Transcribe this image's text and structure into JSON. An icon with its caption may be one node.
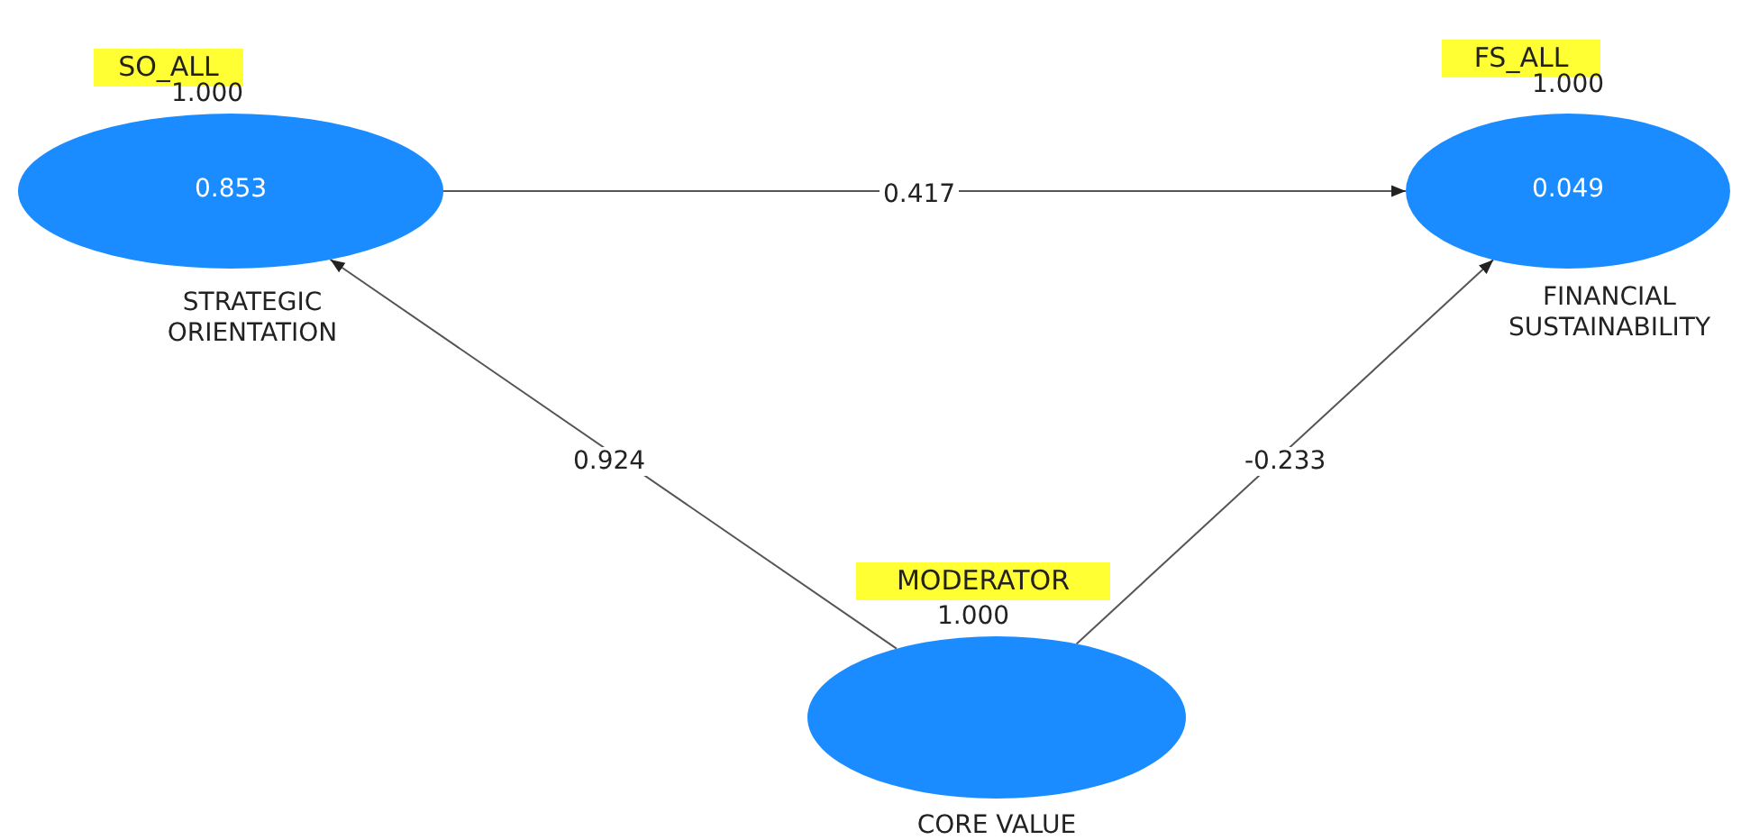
{
  "diagram": {
    "nodes": [
      {
        "text": [
          "SO_ALL",
          "1.000",
          "0.853"
        ],
        "beside": [
          "STRATEGIC ORIENTATION"
        ]
      },
      {
        "text": [
          "FS_ALL",
          "1.000",
          "0.049"
        ],
        "beside": [
          "FINANCIAL SUSTAINABILITY"
        ]
      },
      {
        "text": [
          "MODERATOR",
          "1.000"
        ],
        "beside": [
          "CORE VALUE"
        ]
      }
    ],
    "edges": [
      {
        "from": 0,
        "to": 1,
        "arrow": "to",
        "label": "0.417"
      },
      {
        "from": 2,
        "to": 0,
        "arrow": "to",
        "label": "0.924"
      },
      {
        "from": 2,
        "to": 1,
        "arrow": "to",
        "label": "-0.233"
      }
    ]
  }
}
